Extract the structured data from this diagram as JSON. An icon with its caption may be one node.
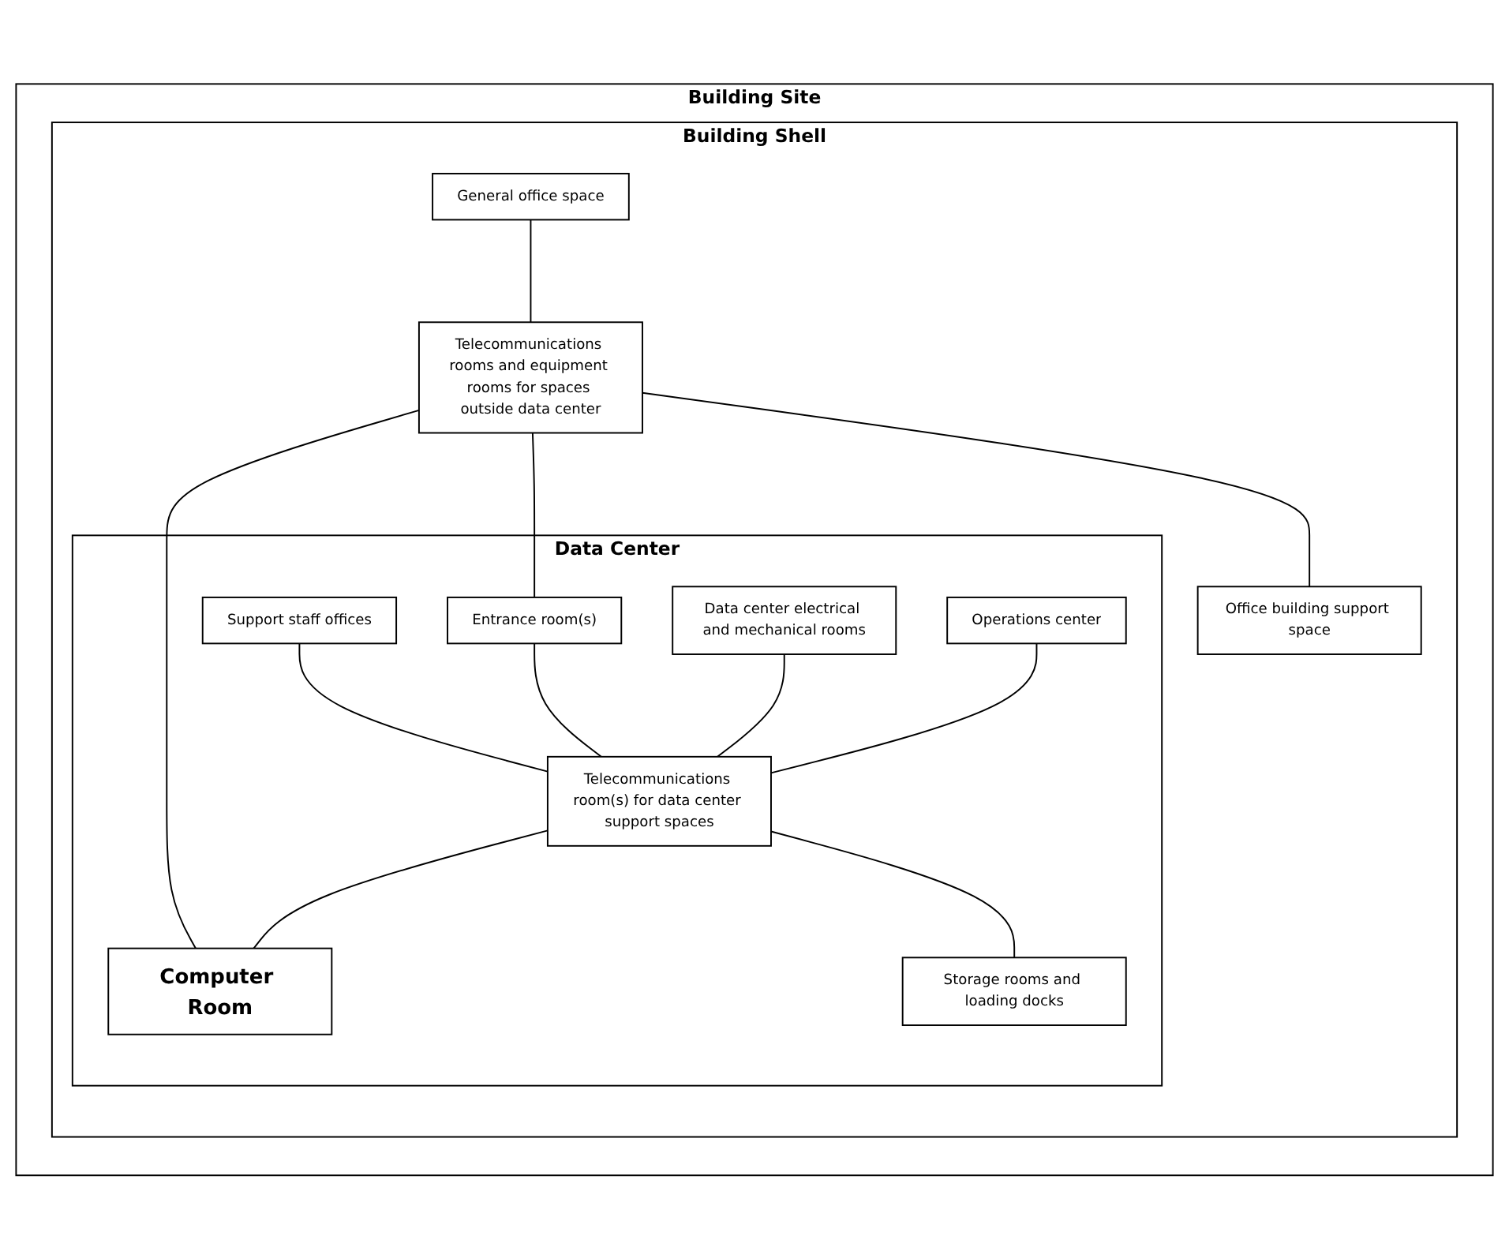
{
  "diagram": {
    "nodes": [
      {
        "text": [
          "Building Site"
        ]
      },
      {
        "text": [
          "Building Shell"
        ],
        "in": 0
      },
      {
        "text": [
          "General office space"
        ],
        "in": 1
      },
      {
        "text": [
          "Telecommunications rooms and equipment rooms for spaces outside data center"
        ],
        "in": 1
      },
      {
        "text": [
          "Office building support space"
        ],
        "in": 1
      },
      {
        "text": [
          "Data Center"
        ],
        "in": 1
      },
      {
        "text": [
          "Support staff offices"
        ],
        "in": 5
      },
      {
        "text": [
          "Entrance room(s)"
        ],
        "in": 5
      },
      {
        "text": [
          "Data center electrical and mechanical rooms"
        ],
        "in": 5
      },
      {
        "text": [
          "Operations center"
        ],
        "in": 5
      },
      {
        "text": [
          "Telecommunications room(s) for data center support spaces"
        ],
        "in": 5
      },
      {
        "text": [
          "Storage rooms and loading docks"
        ],
        "in": 5
      },
      {
        "text": [
          "Computer Room"
        ],
        "in": 5
      }
    ],
    "edges": [
      {
        "from": 2,
        "to": 3,
        "arrow": "none"
      },
      {
        "from": 3,
        "to": 4,
        "arrow": "none"
      },
      {
        "from": 3,
        "to": 7,
        "arrow": "none"
      },
      {
        "from": 3,
        "to": 12,
        "arrow": "none"
      },
      {
        "from": 6,
        "to": 10,
        "arrow": "none"
      },
      {
        "from": 7,
        "to": 10,
        "arrow": "none"
      },
      {
        "from": 8,
        "to": 10,
        "arrow": "none"
      },
      {
        "from": 9,
        "to": 10,
        "arrow": "none"
      },
      {
        "from": 10,
        "to": 11,
        "arrow": "none"
      },
      {
        "from": 10,
        "to": 12,
        "arrow": "none"
      }
    ]
  }
}
